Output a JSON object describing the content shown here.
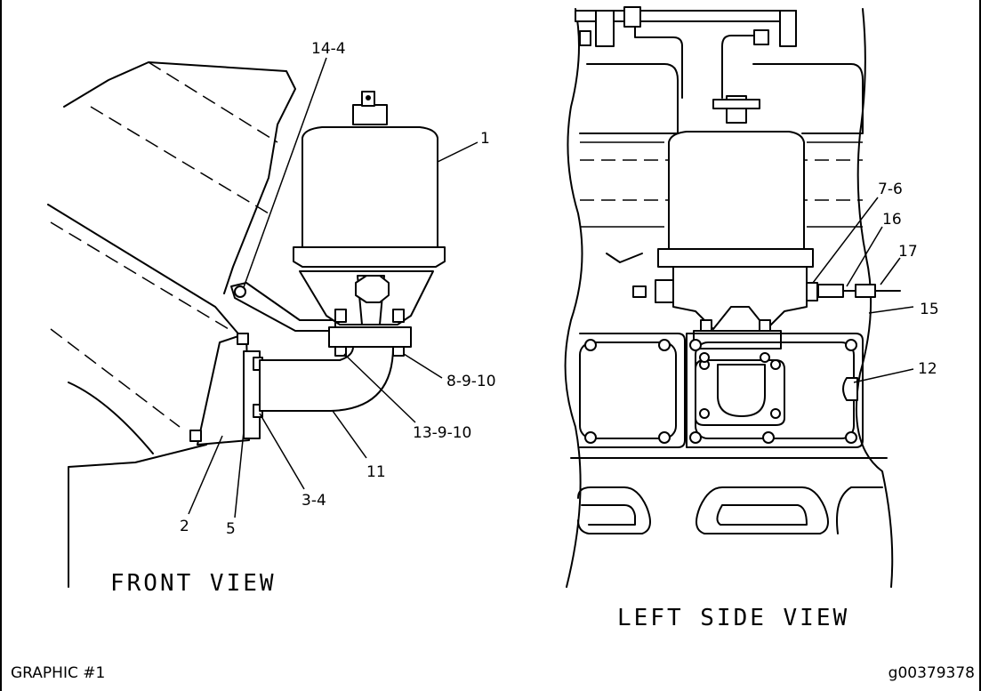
{
  "views": {
    "front": {
      "title": "FRONT VIEW"
    },
    "left": {
      "title": "LEFT SIDE VIEW"
    }
  },
  "callouts": {
    "c1": "1",
    "c14_4": "14-4",
    "c8_9_10": "8-9-10",
    "c13_9_10": "13-9-10",
    "c11": "11",
    "c3_4": "3-4",
    "c2": "2",
    "c5": "5",
    "c7_6": "7-6",
    "c16": "16",
    "c17": "17",
    "c15": "15",
    "c12": "12"
  },
  "footer": {
    "graphic_label": "GRAPHIC #1",
    "image_id": "g00379378"
  }
}
